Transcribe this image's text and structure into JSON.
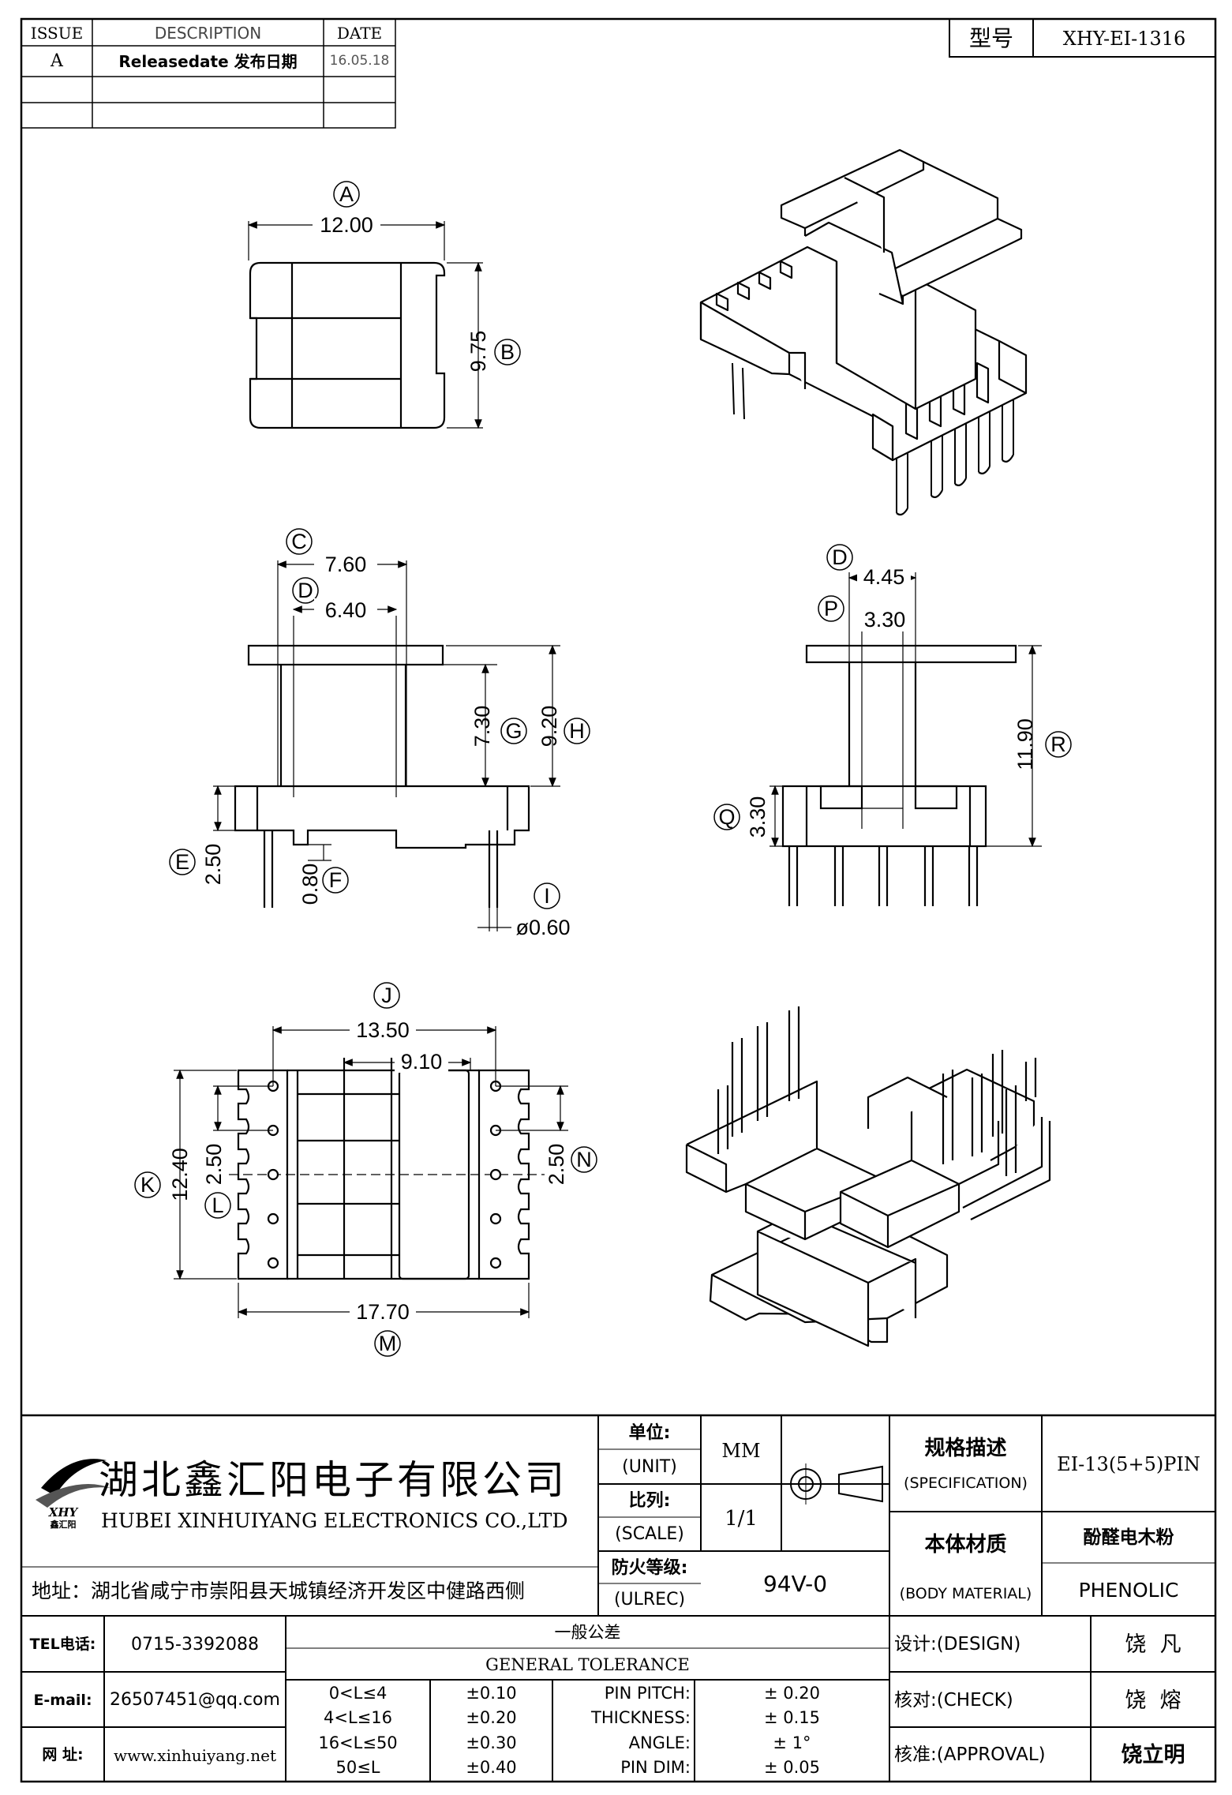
{
  "revision_table": {
    "headers": {
      "issue": "ISSUE",
      "description": "DESCRIPTION",
      "date": "DATE"
    },
    "rows": [
      {
        "issue": "A",
        "description": "Releasedate 发布日期",
        "date": "16.05.18"
      }
    ]
  },
  "model_box": {
    "label": "型号",
    "value": "XHY-EI-1316"
  },
  "top_view": {
    "label_a": "A",
    "dim_a": "12.00",
    "label_b": "B",
    "dim_b": "9.75"
  },
  "front_view": {
    "label_c": "C",
    "dim_c": "7.60",
    "label_d": "D",
    "dim_d": "6.40",
    "label_g": "G",
    "dim_g": "7.30",
    "label_h": "H",
    "dim_h": "9.20",
    "label_e": "E",
    "dim_e": "2.50",
    "label_f": "F",
    "dim_f": "0.80",
    "label_i": "I",
    "dim_i": "ø0.60"
  },
  "side_view": {
    "label_d": "D",
    "dim_d": "4.45",
    "label_p": "P",
    "dim_p": "3.30",
    "label_r": "R",
    "dim_r": "11.90",
    "label_q": "Q",
    "dim_q": "3.30"
  },
  "bottom_view": {
    "label_j": "J",
    "dim_j": "13.50",
    "dim_910": "9.10",
    "label_k": "K",
    "dim_k": "12.40",
    "label_l": "L",
    "dim_l": "2.50",
    "label_n": "N",
    "dim_n": "2.50",
    "label_m": "M",
    "dim_m": "17.70"
  },
  "title_block": {
    "company_cn": "湖北鑫汇阳电子有限公司",
    "company_en": "HUBEI XINHUIYANG ELECTRONICS CO.,LTD",
    "logo_text": "XHY",
    "logo_sub": "鑫汇阳",
    "address": "地址：湖北省咸宁市崇阳县天城镇经济开发区中健路西侧",
    "unit_cn": "单位:",
    "unit_en": "(UNIT)",
    "unit_value": "MM",
    "scale_cn": "比列:",
    "scale_en": "(SCALE)",
    "scale_value": "1/1",
    "flame_cn": "防火等级:",
    "flame_en": "(ULREC)",
    "flame_value": "94V-0",
    "spec_cn": "规格描述",
    "spec_en": "(SPECIFICATION)",
    "spec_value": "EI-13(5+5)PIN",
    "material_cn": "本体材质",
    "material_en": "(BODY MATERIAL)",
    "material_cn_value": "酚醛电木粉",
    "material_value": "PHENOLIC",
    "tel_label": "TEL电话:",
    "tel_value": "0715-3392088",
    "email_label": "E-mail:",
    "email_value": "26507451@qq.com",
    "web_label": "网  址:",
    "web_value": "www.xinhuiyang.net",
    "tolerance_cn": "一般公差",
    "tolerance_en": "GENERAL TOLERANCE",
    "tolerances": [
      {
        "range": "0<L≤4",
        "value": "±0.10"
      },
      {
        "range": "4<L≤16",
        "value": "±0.20"
      },
      {
        "range": "16<L≤50",
        "value": "±0.30"
      },
      {
        "range": "50≤L",
        "value": "±0.40"
      }
    ],
    "pin_specs": [
      {
        "label": "PIN PITCH:",
        "value": "±  0.20"
      },
      {
        "label": "THICKNESS:",
        "value": "±  0.15"
      },
      {
        "label": "ANGLE:",
        "value": "±  1°"
      },
      {
        "label": "PIN DIM:",
        "value": "±  0.05"
      }
    ],
    "design_label": "设计:(DESIGN)",
    "design_value": "饶  凡",
    "check_label": "核对:(CHECK)",
    "check_value": "饶  熔",
    "approval_label": "核准:(APPROVAL)",
    "approval_value": "饶立明"
  }
}
